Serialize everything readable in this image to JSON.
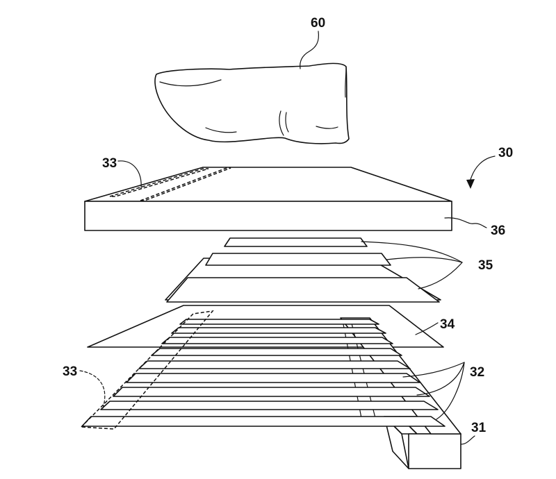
{
  "labels": {
    "finger": "60",
    "assembly": "30",
    "dashed_region_top": "33",
    "cover_plate": "36",
    "electrodes_upper": "35",
    "dielectric_layer": "34",
    "dashed_region_bottom": "33",
    "electrodes_lower": "32",
    "connector_block": "31"
  }
}
